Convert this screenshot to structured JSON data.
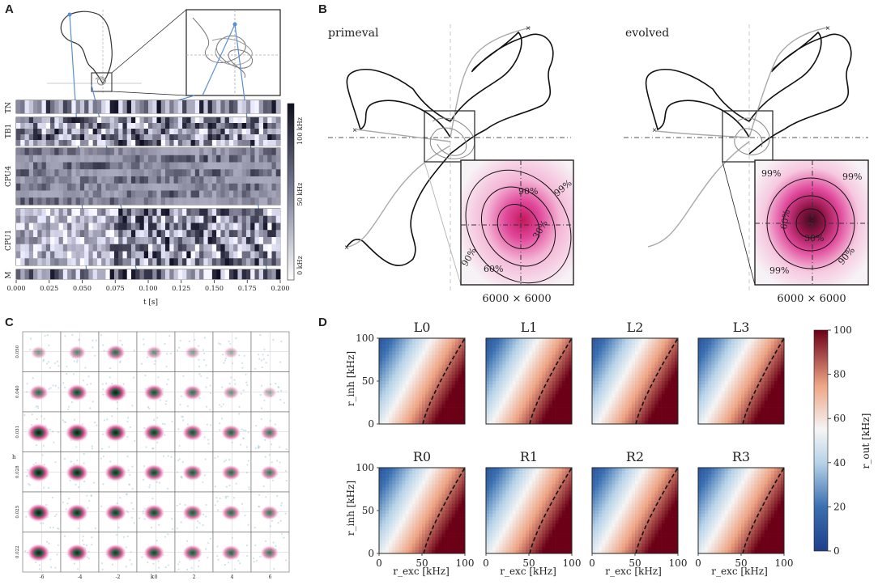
{
  "panels": {
    "a": "A",
    "b": "B",
    "c": "C",
    "d": "D"
  },
  "panel_a": {
    "row_labels": [
      "TN",
      "TB1",
      "CPU4",
      "CPU1",
      "M"
    ],
    "colorbar_ticks": [
      "100 kHz",
      "50 kHz",
      "0 kHz"
    ],
    "xticks": [
      "0.000",
      "0.025",
      "0.050",
      "0.075",
      "0.100",
      "0.125",
      "0.150",
      "0.175",
      "0.200"
    ],
    "xlabel": "t [s]"
  },
  "panel_b": {
    "titles": [
      "primeval",
      "evolved"
    ],
    "grid_labels": [
      "6000 × 6000",
      "6000 × 6000"
    ],
    "contours_left": [
      "99%",
      "90%",
      "30%",
      "60%",
      "90%"
    ],
    "contours_right": [
      "99%",
      "99%",
      "60%",
      "30%",
      "99%",
      "90%"
    ]
  },
  "panel_c": {
    "xticks": [
      "-6",
      "-4",
      "-2",
      "0",
      "2",
      "4",
      "6"
    ],
    "yticks": [
      "0.050",
      "0.040",
      "0.031",
      "0.028",
      "0.025",
      "0.022"
    ],
    "xlabel": "k",
    "ylabel": "h"
  },
  "chart_data": {
    "type": "heatmap",
    "panels": [
      {
        "title": "L0",
        "threshold_x0": 51
      },
      {
        "title": "L1",
        "threshold_x0": 51
      },
      {
        "title": "L2",
        "threshold_x0": 51
      },
      {
        "title": "L3",
        "threshold_x0": 52
      },
      {
        "title": "R0",
        "threshold_x0": 52
      },
      {
        "title": "R1",
        "threshold_x0": 51
      },
      {
        "title": "R2",
        "threshold_x0": 51
      },
      {
        "title": "R3",
        "threshold_x0": 52
      }
    ],
    "x_range": [
      0,
      100
    ],
    "y_range": [
      0,
      100
    ],
    "xticks": [
      "0",
      "50",
      "100"
    ],
    "yticks": [
      "100",
      "50",
      "0"
    ],
    "xlabel": "r_exc [kHz]",
    "ylabel": "r_inh [kHz]",
    "colorbar": {
      "label": "r_out [kHz]",
      "ticks": [
        "100",
        "80",
        "60",
        "40",
        "20",
        "0"
      ],
      "range": [
        0,
        100
      ]
    },
    "colormap": [
      "#1f3f8c",
      "#f5f5f5",
      "#6b0016"
    ]
  }
}
